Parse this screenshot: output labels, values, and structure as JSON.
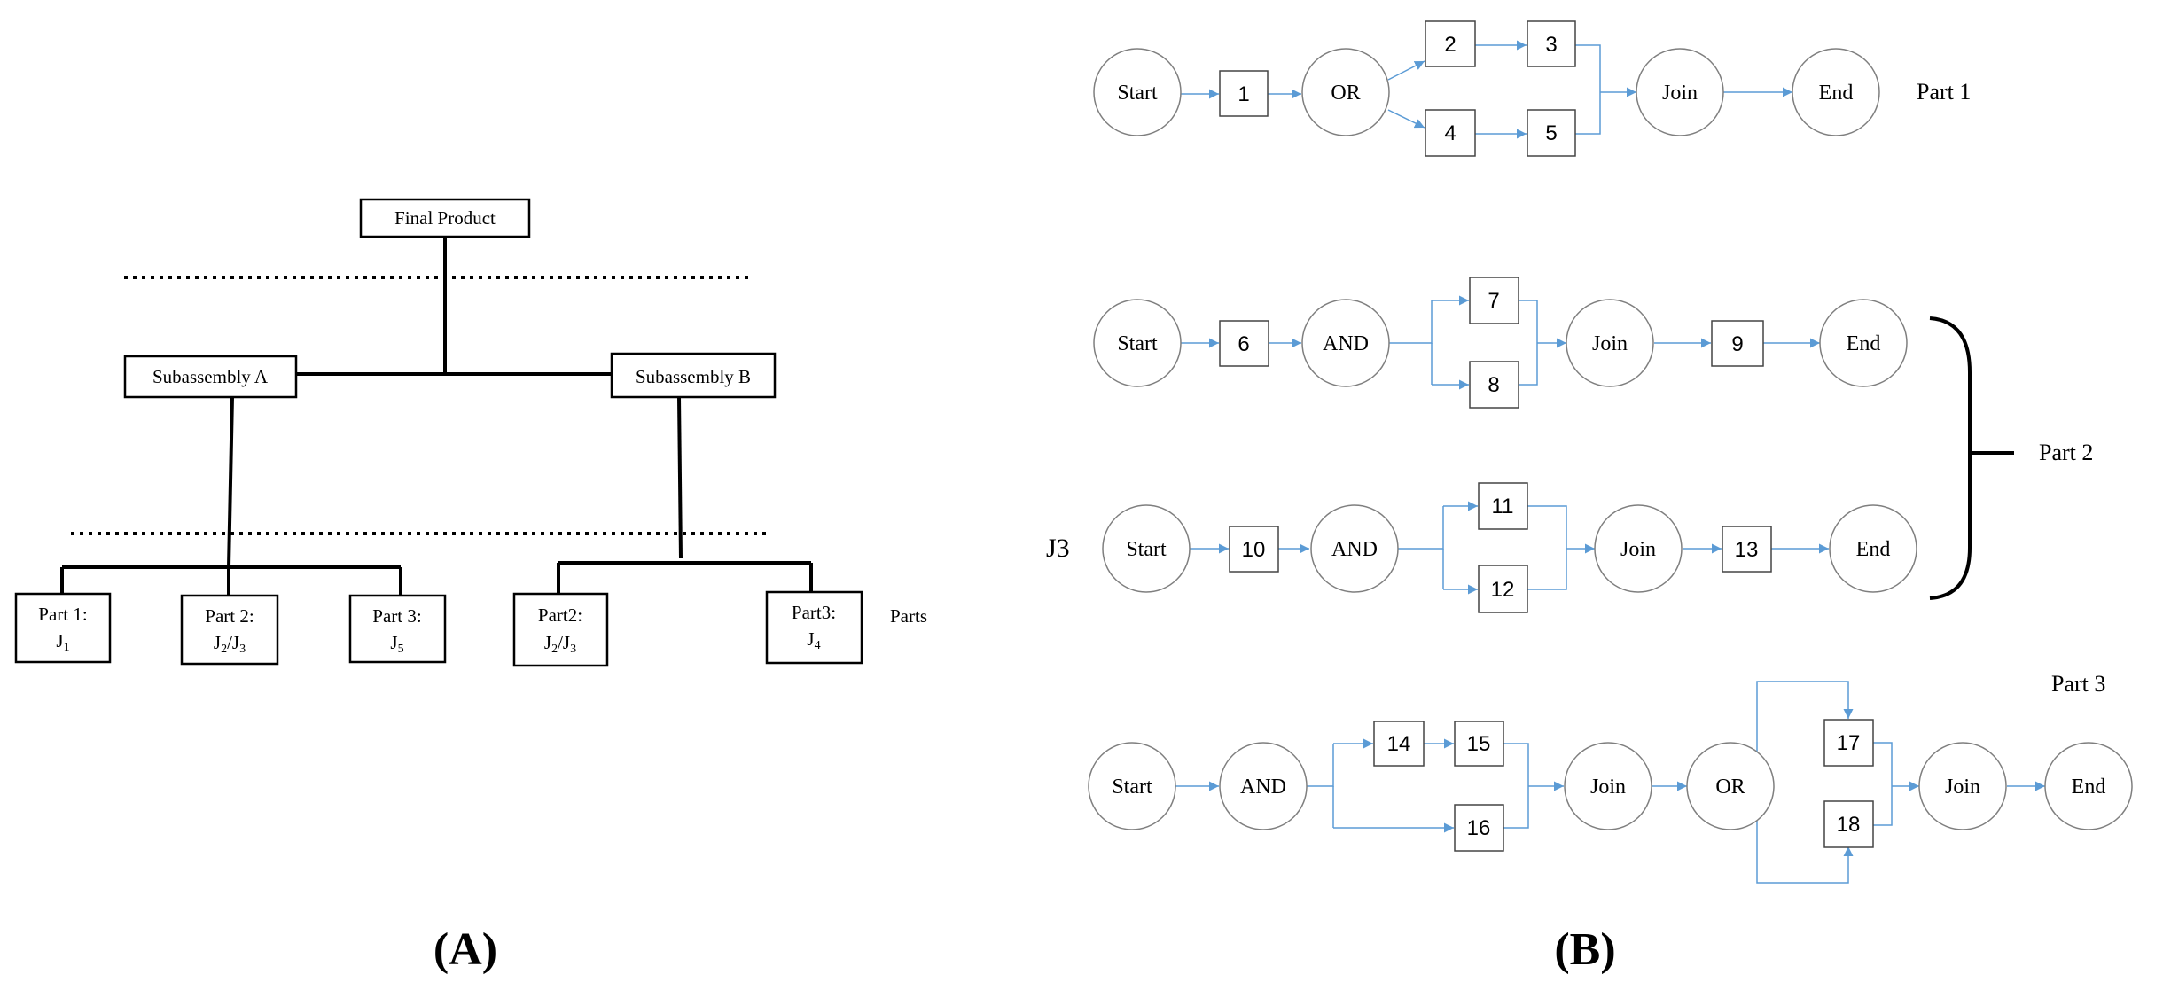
{
  "colors": {
    "arrow": "#5b9bd5",
    "ink": "#000000",
    "node_stroke": "#7f7f7f"
  },
  "panel_a": {
    "label": "(A)",
    "final": "Final Product",
    "sub_a": "Subassembly A",
    "sub_b": "Subassembly B",
    "parts_label": "Parts",
    "parts": [
      {
        "name": "Part 1:",
        "code": "J",
        "sub": "1"
      },
      {
        "name": "Part 2:",
        "code": "J",
        "sub": "2",
        "code2": "/J",
        "sub2": "3"
      },
      {
        "name": "Part 3:",
        "code": "J",
        "sub": "5"
      },
      {
        "name": "Part2:",
        "code": "J",
        "sub": "2",
        "code2": "/J",
        "sub2": "3"
      },
      {
        "name": "Part3:",
        "code": "J",
        "sub": "4"
      }
    ]
  },
  "panel_b": {
    "label": "(B)",
    "part1": "Part 1",
    "part2": "Part 2",
    "part3": "Part 3",
    "j3": "J3",
    "start": "Start",
    "end": "End",
    "join": "Join",
    "or": "OR",
    "and": "AND",
    "tasks": [
      "1",
      "2",
      "3",
      "4",
      "5",
      "6",
      "7",
      "8",
      "9",
      "10",
      "11",
      "12",
      "13",
      "14",
      "15",
      "16",
      "17",
      "18"
    ]
  }
}
